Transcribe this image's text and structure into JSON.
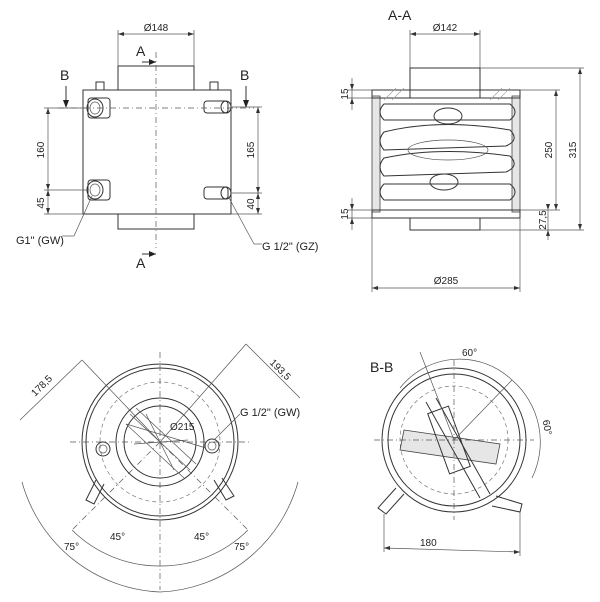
{
  "views": {
    "front": {
      "dim_top": "Ø148",
      "section_a": "A",
      "section_b": "B",
      "dim_160": "160",
      "dim_45": "45",
      "dim_165": "165",
      "dim_40": "40",
      "note_g1": "G1\" (GW)",
      "note_g12": "G 1/2\" (GZ)"
    },
    "section_aa": {
      "title": "A-A",
      "dim_top": "Ø142",
      "dim_15_top": "15",
      "dim_15_bot": "15",
      "dim_250": "250",
      "dim_315": "315",
      "dim_27_5": "27,5",
      "dim_bottom": "Ø285"
    },
    "top": {
      "dim_178": "178,5",
      "dim_193": "193,5",
      "dim_215": "Ø215",
      "note_g12": "G 1/2\" (GW)",
      "ang_45_l": "45°",
      "ang_45_r": "45°",
      "ang_75_l": "75°",
      "ang_75_r": "75°"
    },
    "section_bb": {
      "title": "B-B",
      "ang_60_top": "60°",
      "ang_60_right": "60°",
      "dim_180": "180"
    }
  }
}
